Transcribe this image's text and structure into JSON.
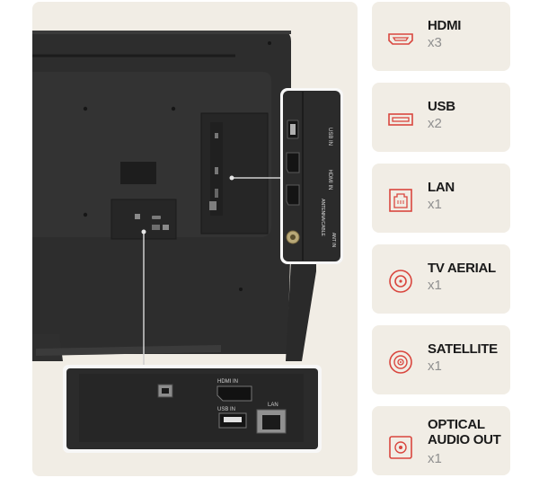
{
  "accent_color": "#d9463e",
  "ports": [
    {
      "name": "HDMI",
      "count": "x3",
      "icon": "hdmi-port-icon"
    },
    {
      "name": "USB",
      "count": "x2",
      "icon": "usb-port-icon"
    },
    {
      "name": "LAN",
      "count": "x1",
      "icon": "lan-port-icon"
    },
    {
      "name": "TV AERIAL",
      "count": "x1",
      "icon": "tv-aerial-port-icon"
    },
    {
      "name": "SATELLITE",
      "count": "x1",
      "icon": "satellite-port-icon"
    },
    {
      "name": "OPTICAL AUDIO OUT",
      "name_lines": [
        "OPTICAL",
        "AUDIO OUT"
      ],
      "count": "x1",
      "icon": "optical-audio-port-icon"
    }
  ],
  "photo": {
    "side_panel_labels": [
      "USB IN",
      "HDMI IN",
      "ANTENNA/CABLE",
      "ANT IN"
    ],
    "bottom_panel_labels": [
      "HDMI IN",
      "USB IN",
      "LAN"
    ]
  }
}
